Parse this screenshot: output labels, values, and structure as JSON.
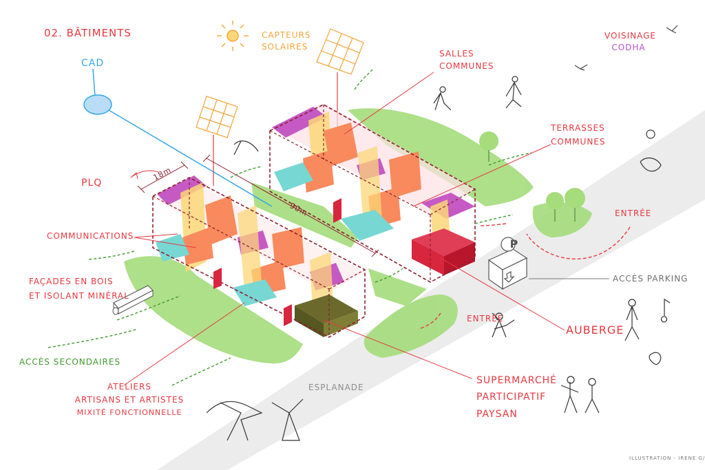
{
  "title": "02. BÂTIMENTS",
  "labels": {
    "cad": "CAD",
    "plq": "PLQ",
    "capteurs_1": "CAPTEURS",
    "capteurs_2": "SOLAIRES",
    "voisinage_1": "VOISINAGE",
    "voisinage_2": "CODHA",
    "salles_1": "SALLES",
    "salles_2": "COMMUNES",
    "terrasses_1": "TERRASSES",
    "terrasses_2": "COMMUNES",
    "entree_right": "ENTRÉE",
    "acces_parking": "ACCÈS PARKING",
    "parking_sign": "P",
    "communications": "COMMUNICATIONS",
    "facades_1": "FAÇADES EN BOIS",
    "facades_2": "ET ISOLANT MINÉRAL",
    "acces_secondaires": "ACCÈS SECONDAIRES",
    "entree_bottom": "ENTRÉE",
    "auberge": "AUBERGE",
    "esplanade": "ESPLANADE",
    "ateliers_1": "ATELIERS",
    "ateliers_2": "ARTISANS ET ARTISTES",
    "ateliers_3": "MIXITÉ FONCTIONNELLE",
    "supermarche_1": "SUPERMARCHÉ",
    "supermarche_2": "PARTICIPATIF",
    "supermarche_3": "PAYSAN",
    "dim_18": "18m",
    "dim_90": "90m",
    "credit": "ILLUSTRATION - IRENE G/L"
  },
  "colors": {
    "label_red": "#e8383f",
    "cad_blue": "#35a7e8",
    "capteurs_orange": "#f5a43a",
    "codha_purple": "#b94fd0",
    "acces_green": "#3e9a2c",
    "parking_grey": "#6f6f6f",
    "esplanade_grey": "#8d8d8d",
    "road": "#ececec",
    "green_area": "#a5dc7c",
    "outline_dark_red": "#8c1f2e",
    "salmon": "#f98a5e",
    "yellow": "#fcd778",
    "cyan": "#77d7d3",
    "magenta": "#c65ac4",
    "crimson": "#d7263d",
    "olive": "#6b6a2c"
  }
}
